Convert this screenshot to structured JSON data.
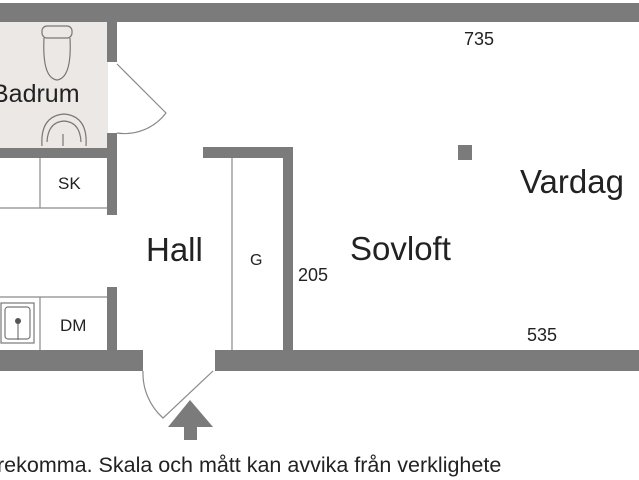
{
  "plan": {
    "rooms": {
      "badrum": "Badrum",
      "hall": "Hall",
      "sovloft": "Sovloft",
      "vardag": "Vardag",
      "sk": "SK",
      "g": "G",
      "dm": "DM"
    },
    "dimensions": {
      "top": "735",
      "closet": "205",
      "bottom": "535"
    },
    "disclaimer": "rekomma. Skala och mått kan avvika från verklighete",
    "colors": {
      "wall": "#7b7b7b",
      "bathroom_floor": "#ece8e6",
      "line": "#8a8a8a"
    },
    "icons": [
      "toilet-icon",
      "washbasin-icon",
      "kitchen-sink-icon",
      "entrance-arrow-icon"
    ]
  }
}
